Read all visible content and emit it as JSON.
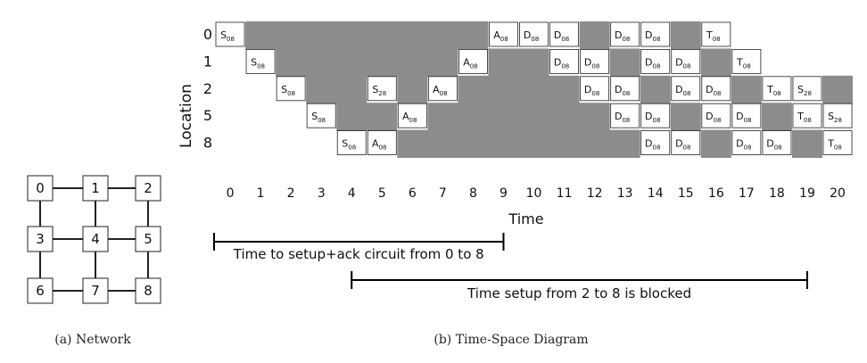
{
  "network": {
    "nodes": [
      {
        "id": "n0",
        "label": "0"
      },
      {
        "id": "n1",
        "label": "1"
      },
      {
        "id": "n2",
        "label": "2"
      },
      {
        "id": "n3",
        "label": "3"
      },
      {
        "id": "n4",
        "label": "4"
      },
      {
        "id": "n5",
        "label": "5"
      },
      {
        "id": "n6",
        "label": "6"
      },
      {
        "id": "n7",
        "label": "7"
      },
      {
        "id": "n8",
        "label": "8"
      }
    ],
    "edges": [
      [
        "n0",
        "n1"
      ],
      [
        "n1",
        "n2"
      ],
      [
        "n3",
        "n4"
      ],
      [
        "n4",
        "n5"
      ],
      [
        "n6",
        "n7"
      ],
      [
        "n7",
        "n8"
      ],
      [
        "n0",
        "n3"
      ],
      [
        "n3",
        "n6"
      ],
      [
        "n1",
        "n4"
      ],
      [
        "n4",
        "n7"
      ],
      [
        "n2",
        "n5"
      ],
      [
        "n5",
        "n8"
      ]
    ],
    "caption": "(a) Network"
  },
  "tsd": {
    "ylabel": "Location",
    "xlabel": "Time",
    "rows": [
      "0",
      "1",
      "2",
      "5",
      "8"
    ],
    "times": [
      "0",
      "1",
      "2",
      "3",
      "4",
      "5",
      "6",
      "7",
      "8",
      "9",
      "10",
      "11",
      "12",
      "13",
      "14",
      "15",
      "16",
      "17",
      "18",
      "19",
      "20"
    ],
    "cells": [
      {
        "row": 0,
        "t": 0,
        "main": "S",
        "sub": "08"
      },
      {
        "row": 0,
        "t": 9,
        "main": "A",
        "sub": "08"
      },
      {
        "row": 0,
        "t": 10,
        "main": "D",
        "sub": "08"
      },
      {
        "row": 0,
        "t": 11,
        "main": "D",
        "sub": "08"
      },
      {
        "row": 0,
        "t": 13,
        "main": "D",
        "sub": "08"
      },
      {
        "row": 0,
        "t": 14,
        "main": "D",
        "sub": "08"
      },
      {
        "row": 0,
        "t": 16,
        "main": "T",
        "sub": "08"
      },
      {
        "row": 1,
        "t": 1,
        "main": "S",
        "sub": "08"
      },
      {
        "row": 1,
        "t": 8,
        "main": "A",
        "sub": "08"
      },
      {
        "row": 1,
        "t": 11,
        "main": "D",
        "sub": "08"
      },
      {
        "row": 1,
        "t": 12,
        "main": "D",
        "sub": "08"
      },
      {
        "row": 1,
        "t": 14,
        "main": "D",
        "sub": "08"
      },
      {
        "row": 1,
        "t": 15,
        "main": "D",
        "sub": "08"
      },
      {
        "row": 1,
        "t": 17,
        "main": "T",
        "sub": "08"
      },
      {
        "row": 2,
        "t": 2,
        "main": "S",
        "sub": "08"
      },
      {
        "row": 2,
        "t": 5,
        "main": "S",
        "sub": "28"
      },
      {
        "row": 2,
        "t": 7,
        "main": "A",
        "sub": "08"
      },
      {
        "row": 2,
        "t": 12,
        "main": "D",
        "sub": "08"
      },
      {
        "row": 2,
        "t": 13,
        "main": "D",
        "sub": "08"
      },
      {
        "row": 2,
        "t": 15,
        "main": "D",
        "sub": "08"
      },
      {
        "row": 2,
        "t": 16,
        "main": "D",
        "sub": "08"
      },
      {
        "row": 2,
        "t": 18,
        "main": "T",
        "sub": "08"
      },
      {
        "row": 2,
        "t": 19,
        "main": "S",
        "sub": "28"
      },
      {
        "row": 3,
        "t": 3,
        "main": "S",
        "sub": "08"
      },
      {
        "row": 3,
        "t": 6,
        "main": "A",
        "sub": "08"
      },
      {
        "row": 3,
        "t": 13,
        "main": "D",
        "sub": "08"
      },
      {
        "row": 3,
        "t": 14,
        "main": "D",
        "sub": "08"
      },
      {
        "row": 3,
        "t": 16,
        "main": "D",
        "sub": "08"
      },
      {
        "row": 3,
        "t": 17,
        "main": "D",
        "sub": "08"
      },
      {
        "row": 3,
        "t": 19,
        "main": "T",
        "sub": "08"
      },
      {
        "row": 3,
        "t": 20,
        "main": "S",
        "sub": "28"
      },
      {
        "row": 4,
        "t": 4,
        "main": "S",
        "sub": "08"
      },
      {
        "row": 4,
        "t": 5,
        "main": "A",
        "sub": "08"
      },
      {
        "row": 4,
        "t": 14,
        "main": "D",
        "sub": "08"
      },
      {
        "row": 4,
        "t": 15,
        "main": "D",
        "sub": "08"
      },
      {
        "row": 4,
        "t": 17,
        "main": "D",
        "sub": "08"
      },
      {
        "row": 4,
        "t": 18,
        "main": "D",
        "sub": "08"
      },
      {
        "row": 4,
        "t": 20,
        "main": "T",
        "sub": "08"
      }
    ],
    "gray_spans": [
      {
        "row": 0,
        "from": 1,
        "to": 8
      },
      {
        "row": 0,
        "to_exclusive_note": "",
        "from": 12,
        "to": 12
      },
      {
        "row": 0,
        "from": 15,
        "to": 15
      },
      {
        "row": 1,
        "from": 2,
        "to": 7
      },
      {
        "row": 1,
        "from": 9,
        "to": 10
      },
      {
        "row": 1,
        "from": 13,
        "to": 13
      },
      {
        "row": 1,
        "from": 16,
        "to": 16
      },
      {
        "row": 2,
        "from": 3,
        "to": 4
      },
      {
        "row": 2,
        "from": 6,
        "to": 6
      },
      {
        "row": 2,
        "from": 8,
        "to": 11
      },
      {
        "row": 2,
        "from": 14,
        "to": 14
      },
      {
        "row": 2,
        "from": 17,
        "to": 17
      },
      {
        "row": 2,
        "from": 20,
        "to": 20
      },
      {
        "row": 3,
        "from": 4,
        "to": 5
      },
      {
        "row": 3,
        "from": 7,
        "to": 12
      },
      {
        "row": 3,
        "from": 15,
        "to": 15
      },
      {
        "row": 3,
        "from": 18,
        "to": 18
      },
      {
        "row": 4,
        "from": 6,
        "to": 13
      },
      {
        "row": 4,
        "from": 16,
        "to": 16
      },
      {
        "row": 4,
        "from": 19,
        "to": 19
      }
    ],
    "spans": [
      {
        "label": "Time to setup+ack circuit from 0 to 8",
        "from_t": 0,
        "to_t": 9.5
      },
      {
        "label": "Time setup from 2 to 8 is blocked",
        "from_t": 4.5,
        "to_t": 19.5
      }
    ],
    "caption": "(b) Time-Space Diagram",
    "colors": {
      "gray": "#8c8c8c",
      "line": "#000000"
    }
  }
}
